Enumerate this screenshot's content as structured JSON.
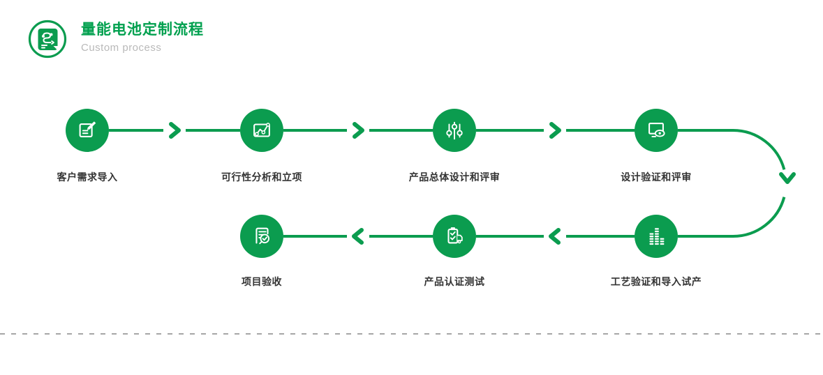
{
  "header": {
    "title": "量能电池定制流程",
    "subtitle": "Custom process",
    "icon": "process-flow-badge-icon"
  },
  "colors": {
    "primary_green": "#0B9C4F",
    "title_green": "#00A04E",
    "label_dark": "#333333",
    "subtitle_gray": "#B9B9B9",
    "divider_gray": "#A6A6A6",
    "icon_white": "#FFFFFF"
  },
  "flow": {
    "steps": [
      {
        "id": 1,
        "label": "客户需求导入",
        "icon": "edit-document-icon"
      },
      {
        "id": 2,
        "label": "可行性分析和立项",
        "icon": "line-chart-icon"
      },
      {
        "id": 3,
        "label": "产品总体设计和评审",
        "icon": "sliders-icon"
      },
      {
        "id": 4,
        "label": "设计验证和评审",
        "icon": "monitor-eye-icon"
      },
      {
        "id": 5,
        "label": "工艺验证和导入试产",
        "icon": "equalizer-bars-icon"
      },
      {
        "id": 6,
        "label": "产品认证测试",
        "icon": "clipboard-check-truck-icon"
      },
      {
        "id": 7,
        "label": "项目验收",
        "icon": "document-check-icon"
      }
    ],
    "row1_arrow": "chevron-right",
    "row2_arrow": "chevron-left",
    "turn_arrow": "chevron-down"
  }
}
